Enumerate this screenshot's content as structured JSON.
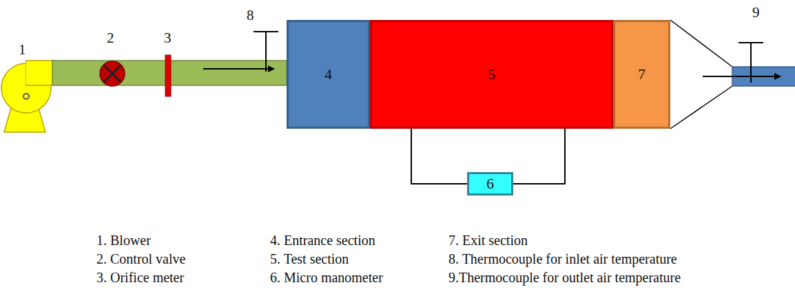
{
  "diagram": {
    "nodes": [
      {
        "text": [
          "4"
        ]
      },
      {
        "text": [
          "5"
        ]
      },
      {
        "text": [
          "7"
        ]
      },
      {
        "text": [
          "6"
        ]
      }
    ],
    "edges": [
      {
        "from": 1,
        "to": 3,
        "arrow": "none"
      },
      {
        "from": 1,
        "to": 3,
        "arrow": "none"
      }
    ],
    "labels": [
      "1",
      "2",
      "3",
      "8",
      "9",
      "1. Blower",
      "2. Control valve",
      "3. Orifice meter",
      "4. Entrance section",
      "5. Test section",
      "6. Micro manometer",
      "7. Exit section",
      "8. Thermocouple for inlet air temperature",
      "9.Thermocouple for outlet air temperature"
    ]
  }
}
